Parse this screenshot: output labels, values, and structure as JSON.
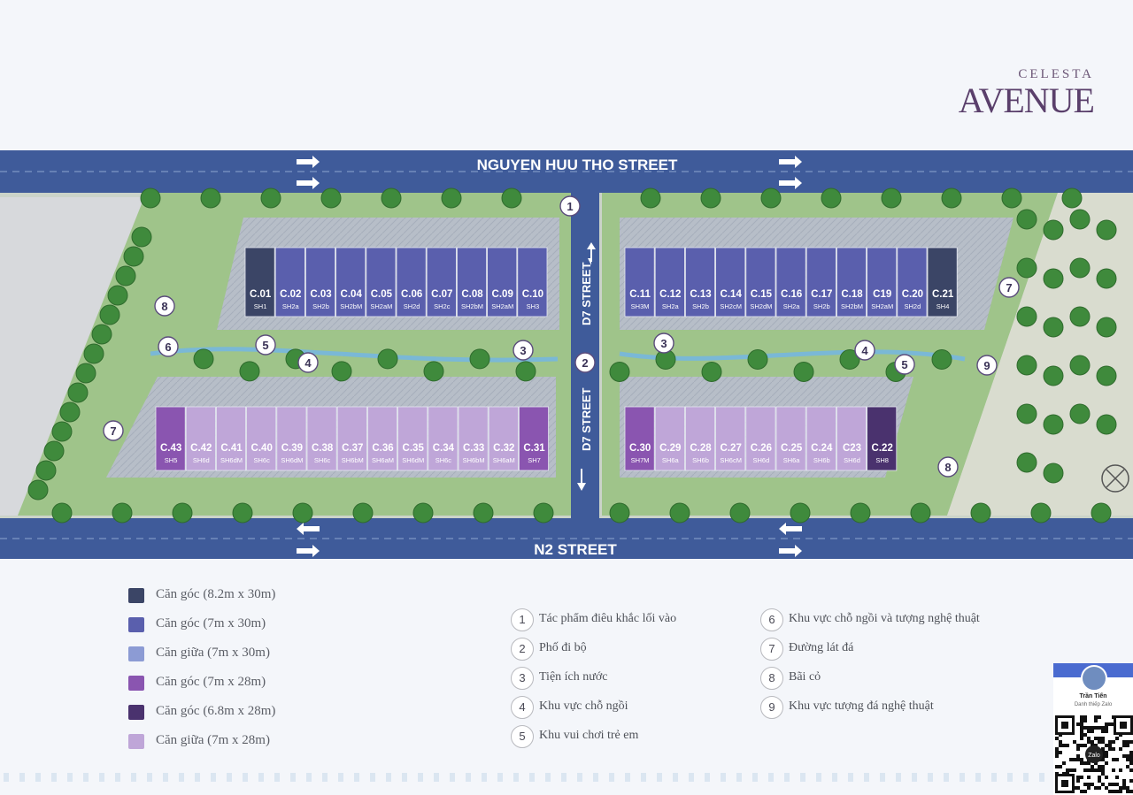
{
  "brand": {
    "top": "CELESTA",
    "main": "AVENUE"
  },
  "streets": {
    "north": "NGUYEN HUU THO STREET",
    "south": "N2 STREET",
    "d7_upper": "D7 STREET",
    "d7_lower": "D7 STREET"
  },
  "units_top_left": [
    {
      "code": "C.01",
      "type": "SH1",
      "kind": "corner_82"
    },
    {
      "code": "C.02",
      "type": "SH2a",
      "kind": "corner_7_30"
    },
    {
      "code": "C.03",
      "type": "SH2b",
      "kind": "corner_7_30"
    },
    {
      "code": "C.04",
      "type": "SH2bM",
      "kind": "corner_7_30"
    },
    {
      "code": "C.05",
      "type": "SH2aM",
      "kind": "corner_7_30"
    },
    {
      "code": "C.06",
      "type": "SH2d",
      "kind": "corner_7_30"
    },
    {
      "code": "C.07",
      "type": "SH2c",
      "kind": "corner_7_30"
    },
    {
      "code": "C.08",
      "type": "SH2bM",
      "kind": "corner_7_30"
    },
    {
      "code": "C.09",
      "type": "SH2aM",
      "kind": "corner_7_30"
    },
    {
      "code": "C.10",
      "type": "SH3",
      "kind": "corner_7_30"
    }
  ],
  "units_top_right": [
    {
      "code": "C.11",
      "type": "SH3M",
      "kind": "corner_7_30"
    },
    {
      "code": "C.12",
      "type": "SH2a",
      "kind": "corner_7_30"
    },
    {
      "code": "C.13",
      "type": "SH2b",
      "kind": "corner_7_30"
    },
    {
      "code": "C.14",
      "type": "SH2cM",
      "kind": "corner_7_30"
    },
    {
      "code": "C.15",
      "type": "SH2dM",
      "kind": "corner_7_30"
    },
    {
      "code": "C.16",
      "type": "SH2a",
      "kind": "corner_7_30"
    },
    {
      "code": "C.17",
      "type": "SH2b",
      "kind": "corner_7_30"
    },
    {
      "code": "C.18",
      "type": "SH2bM",
      "kind": "corner_7_30"
    },
    {
      "code": "C19",
      "type": "SH2aM",
      "kind": "corner_7_30"
    },
    {
      "code": "C.20",
      "type": "SH2d",
      "kind": "corner_7_30"
    },
    {
      "code": "C.21",
      "type": "SH4",
      "kind": "corner_82"
    }
  ],
  "units_bottom_left": [
    {
      "code": "C.43",
      "type": "SH5",
      "kind": "corner_7_28"
    },
    {
      "code": "C.42",
      "type": "SH6d",
      "kind": "mid_7_28"
    },
    {
      "code": "C.41",
      "type": "SH6dM",
      "kind": "mid_7_28"
    },
    {
      "code": "C.40",
      "type": "SH6c",
      "kind": "mid_7_28"
    },
    {
      "code": "C.39",
      "type": "SH6dM",
      "kind": "mid_7_28"
    },
    {
      "code": "C.38",
      "type": "SH6c",
      "kind": "mid_7_28"
    },
    {
      "code": "C.37",
      "type": "SH6bM",
      "kind": "mid_7_28"
    },
    {
      "code": "C.36",
      "type": "SH6aM",
      "kind": "mid_7_28"
    },
    {
      "code": "C.35",
      "type": "SH6dM",
      "kind": "mid_7_28"
    },
    {
      "code": "C.34",
      "type": "SH6c",
      "kind": "mid_7_28"
    },
    {
      "code": "C.33",
      "type": "SH6bM",
      "kind": "mid_7_28"
    },
    {
      "code": "C.32",
      "type": "SH6aM",
      "kind": "mid_7_28"
    },
    {
      "code": "C.31",
      "type": "SH7",
      "kind": "corner_7_28"
    }
  ],
  "units_bottom_right": [
    {
      "code": "C.30",
      "type": "SH7M",
      "kind": "corner_7_28"
    },
    {
      "code": "C.29",
      "type": "SH6a",
      "kind": "mid_7_28"
    },
    {
      "code": "C.28",
      "type": "SH6b",
      "kind": "mid_7_28"
    },
    {
      "code": "C.27",
      "type": "SH6cM",
      "kind": "mid_7_28"
    },
    {
      "code": "C.26",
      "type": "SH6d",
      "kind": "mid_7_28"
    },
    {
      "code": "C.25",
      "type": "SH6a",
      "kind": "mid_7_28"
    },
    {
      "code": "C.24",
      "type": "SH6b",
      "kind": "mid_7_28"
    },
    {
      "code": "C23",
      "type": "SH6d",
      "kind": "mid_7_28"
    },
    {
      "code": "C.22",
      "type": "SH8",
      "kind": "corner_68"
    }
  ],
  "map_markers": [
    "1",
    "2",
    "3",
    "3",
    "4",
    "4",
    "5",
    "5",
    "6",
    "7",
    "7",
    "8",
    "8",
    "9"
  ],
  "legend": [
    {
      "label": "Căn góc (8.2m x 30m)",
      "color": "#3b4566"
    },
    {
      "label": "Căn góc (7m x 30m)",
      "color": "#5a5fad"
    },
    {
      "label": "Căn giữa (7m x 30m)",
      "color": "#8c9bd4"
    },
    {
      "label": "Căn góc (7m x 28m)",
      "color": "#8a55b0"
    },
    {
      "label": "Căn góc (6.8m x 28m)",
      "color": "#4a326e"
    },
    {
      "label": "Căn giữa (7m x 28m)",
      "color": "#bfa6d8"
    }
  ],
  "amenities": [
    {
      "num": "1",
      "label": "Tác phẩm điêu khắc lối vào"
    },
    {
      "num": "2",
      "label": "Phố đi bộ"
    },
    {
      "num": "3",
      "label": "Tiện ích nước"
    },
    {
      "num": "4",
      "label": "Khu vực chỗ ngồi"
    },
    {
      "num": "5",
      "label": "Khu vui chơi trẻ em"
    },
    {
      "num": "6",
      "label": "Khu vực chỗ ngồi và tượng nghệ thuật"
    },
    {
      "num": "7",
      "label": "Đường lát đá"
    },
    {
      "num": "8",
      "label": "Bãi cỏ"
    },
    {
      "num": "9",
      "label": "Khu vực tượng đá nghệ thuật"
    }
  ],
  "zalo": {
    "name": "Trần Tiến",
    "subtitle": "Danh thiếp Zalo",
    "badge": "Zalo"
  },
  "colors": {
    "road": "#3f5b9a",
    "grass": "#9fc48a",
    "tree": "#3f8a3c",
    "paving": "#b9bfc8",
    "water": "#6fb3d8",
    "marker_border": "#5b4c7c",
    "corner_82": "#3b4566",
    "corner_7_30": "#5a5fad",
    "mid_7_30": "#8c9bd4",
    "corner_7_28": "#8a55b0",
    "corner_68": "#4a326e",
    "mid_7_28": "#bfa6d8"
  }
}
